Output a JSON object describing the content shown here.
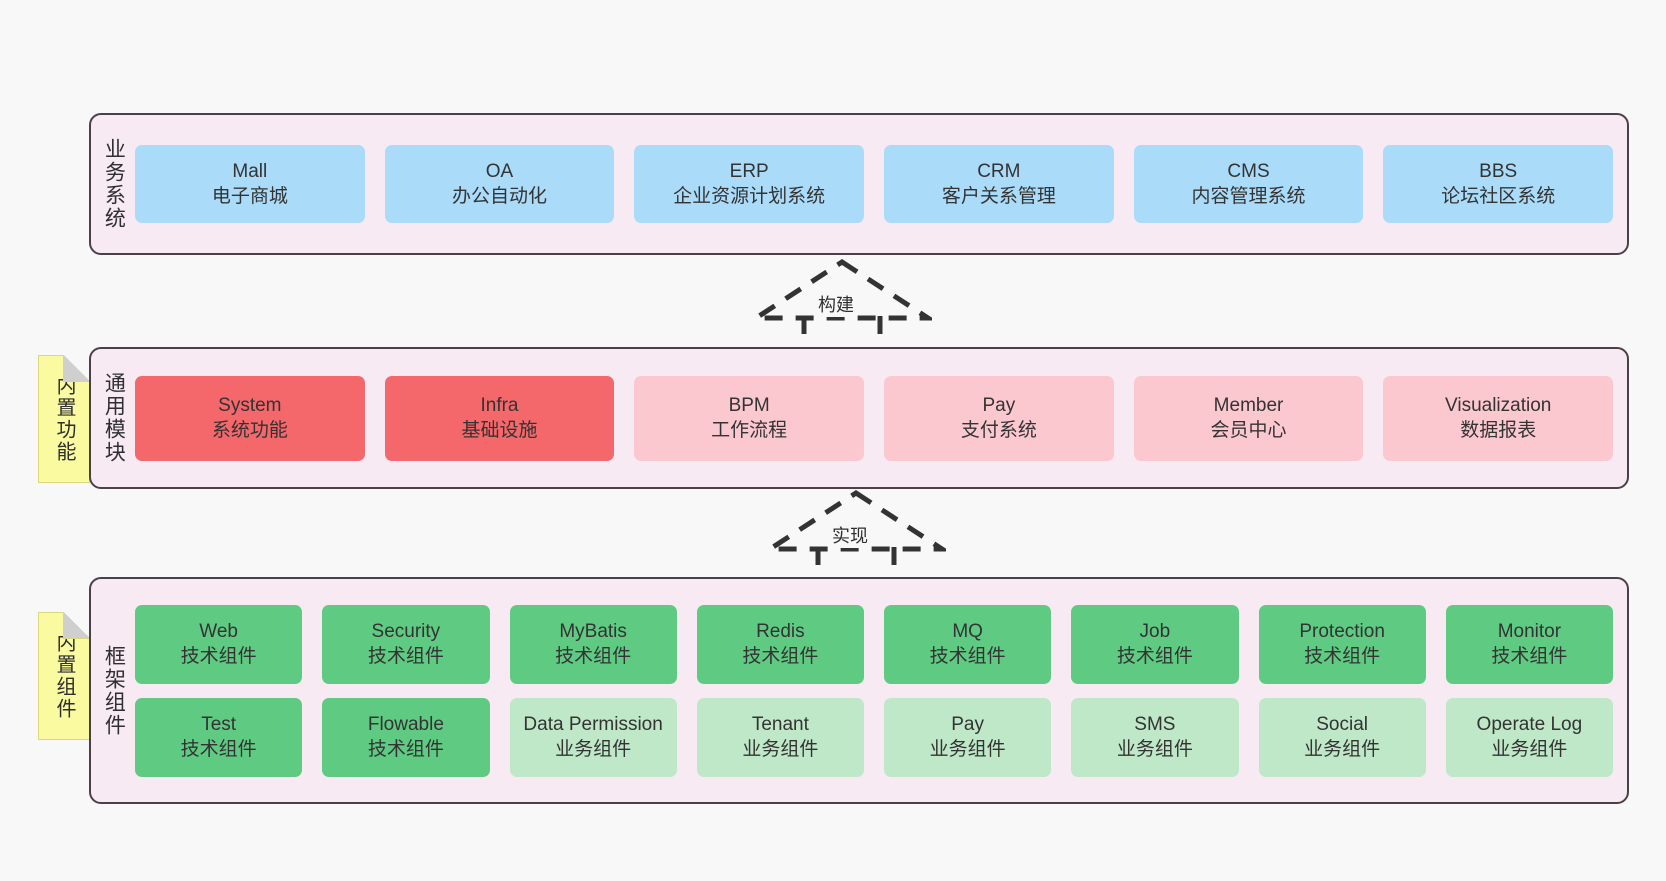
{
  "diagram": {
    "background": "#f8f8f8",
    "panel_bg": "#f7eaf3",
    "panel_border": "#4a4148",
    "note_bg": "#fafaa0"
  },
  "notes": [
    {
      "id": "builtin-function",
      "label": "内置功能"
    },
    {
      "id": "builtin-component",
      "label": "内置组件"
    }
  ],
  "connectors": [
    {
      "id": "build",
      "label": "构建",
      "style": "dashed-hollow-arrow-up"
    },
    {
      "id": "implement",
      "label": "实现",
      "style": "dashed-hollow-arrow-up"
    }
  ],
  "layers": [
    {
      "id": "business-system",
      "title": "业务系统",
      "color": "#aadcfa",
      "rows": [
        [
          {
            "en": "Mall",
            "cn": "电子商城",
            "color": "c-blue"
          },
          {
            "en": "OA",
            "cn": "办公自动化",
            "color": "c-blue"
          },
          {
            "en": "ERP",
            "cn": "企业资源计划系统",
            "color": "c-blue"
          },
          {
            "en": "CRM",
            "cn": "客户关系管理",
            "color": "c-blue"
          },
          {
            "en": "CMS",
            "cn": "内容管理系统",
            "color": "c-blue"
          },
          {
            "en": "BBS",
            "cn": "论坛社区系统",
            "color": "c-blue"
          }
        ]
      ]
    },
    {
      "id": "common-module",
      "title": "通用模块",
      "color": "#f4676b",
      "rows": [
        [
          {
            "en": "System",
            "cn": "系统功能",
            "color": "c-red"
          },
          {
            "en": "Infra",
            "cn": "基础设施",
            "color": "c-red"
          },
          {
            "en": "BPM",
            "cn": "工作流程",
            "color": "c-pink"
          },
          {
            "en": "Pay",
            "cn": "支付系统",
            "color": "c-pink"
          },
          {
            "en": "Member",
            "cn": "会员中心",
            "color": "c-pink"
          },
          {
            "en": "Visualization",
            "cn": "数据报表",
            "color": "c-pink"
          }
        ]
      ]
    },
    {
      "id": "framework-component",
      "title": "框架组件",
      "color": "#5fcb82",
      "rows": [
        [
          {
            "en": "Web",
            "cn": "技术组件",
            "color": "c-green"
          },
          {
            "en": "Security",
            "cn": "技术组件",
            "color": "c-green"
          },
          {
            "en": "MyBatis",
            "cn": "技术组件",
            "color": "c-green"
          },
          {
            "en": "Redis",
            "cn": "技术组件",
            "color": "c-green"
          },
          {
            "en": "MQ",
            "cn": "技术组件",
            "color": "c-green"
          },
          {
            "en": "Job",
            "cn": "技术组件",
            "color": "c-green"
          },
          {
            "en": "Protection",
            "cn": "技术组件",
            "color": "c-green"
          },
          {
            "en": "Monitor",
            "cn": "技术组件",
            "color": "c-green"
          }
        ],
        [
          {
            "en": "Test",
            "cn": "技术组件",
            "color": "c-green"
          },
          {
            "en": "Flowable",
            "cn": "技术组件",
            "color": "c-green"
          },
          {
            "en": "Data Permission",
            "cn": "业务组件",
            "color": "c-lightgreen",
            "wrap": true
          },
          {
            "en": "Tenant",
            "cn": "业务组件",
            "color": "c-lightgreen"
          },
          {
            "en": "Pay",
            "cn": "业务组件",
            "color": "c-lightgreen"
          },
          {
            "en": "SMS",
            "cn": "业务组件",
            "color": "c-lightgreen"
          },
          {
            "en": "Social",
            "cn": "业务组件",
            "color": "c-lightgreen"
          },
          {
            "en": "Operate Log",
            "cn": "业务组件",
            "color": "c-lightgreen"
          }
        ]
      ]
    }
  ]
}
